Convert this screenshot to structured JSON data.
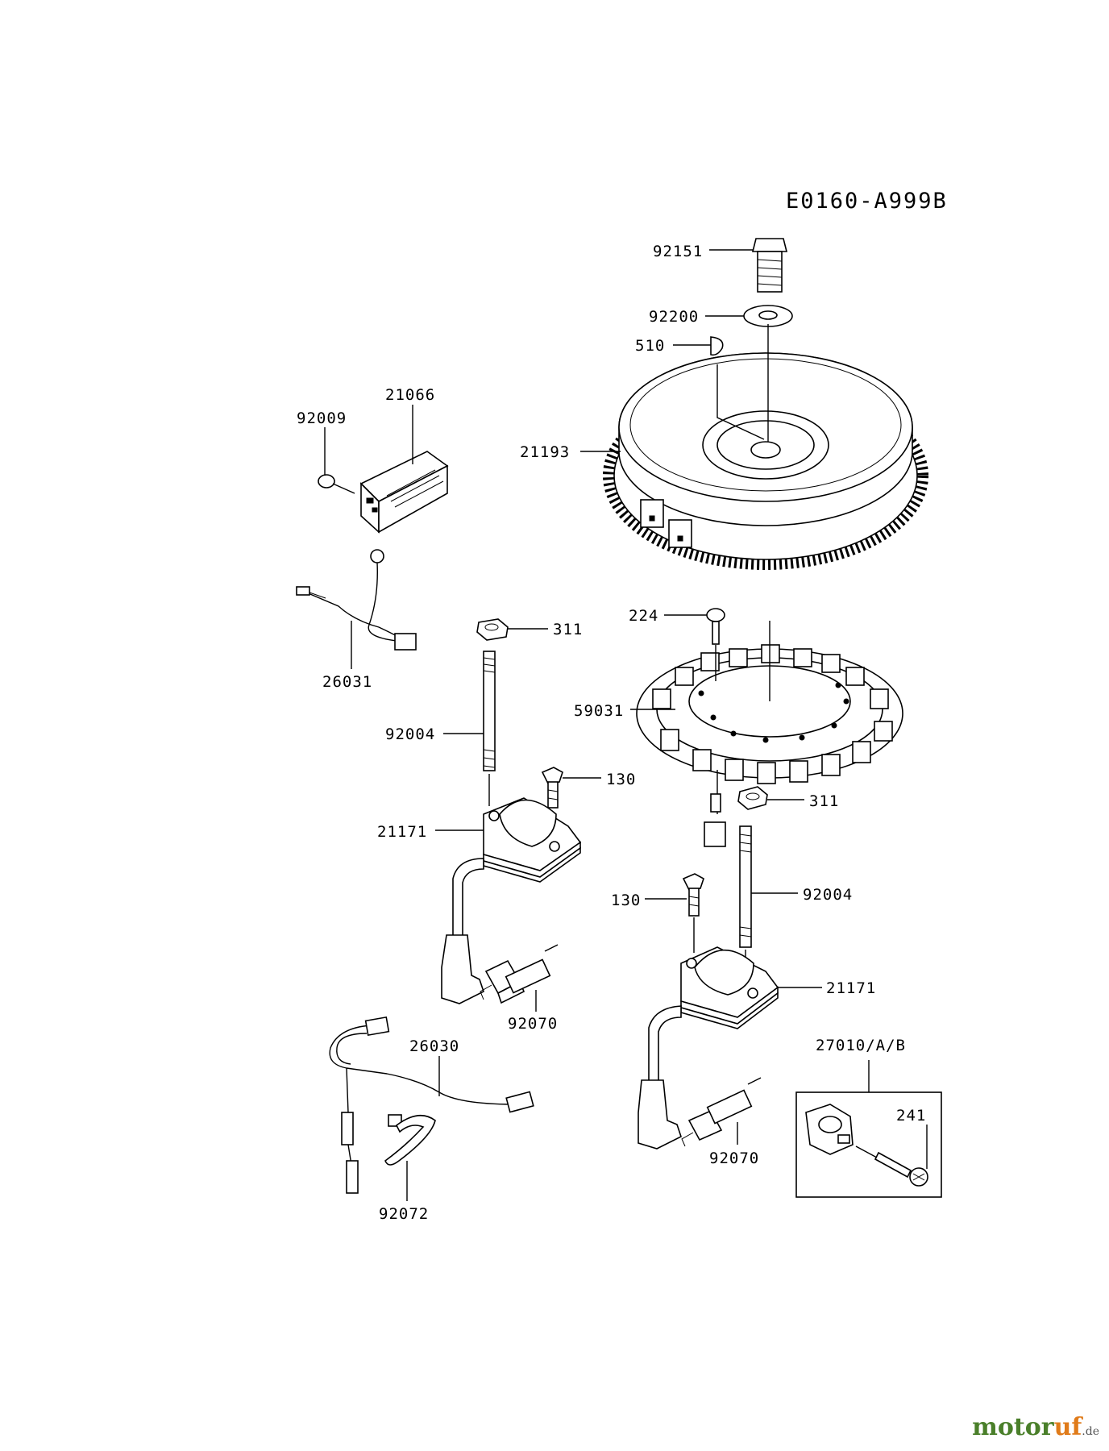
{
  "diagram_code": "E0160-A999B",
  "parts": {
    "p92151": "92151",
    "p92200": "92200",
    "p510": "510",
    "p21066": "21066",
    "p92009": "92009",
    "p21193": "21193",
    "p26031": "26031",
    "p311a": "311",
    "p224": "224",
    "p92004a": "92004",
    "p59031": "59031",
    "p130a": "130",
    "p311b": "311",
    "p21171a": "21171",
    "p130b": "130",
    "p92004b": "92004",
    "p92070a": "92070",
    "p21171b": "21171",
    "p26030": "26030",
    "p27010": "27010/A/B",
    "p241": "241",
    "p92070b": "92070",
    "p92072": "92072"
  },
  "watermark": {
    "part1": "motor",
    "part2": "uf",
    "tld": ".de"
  }
}
